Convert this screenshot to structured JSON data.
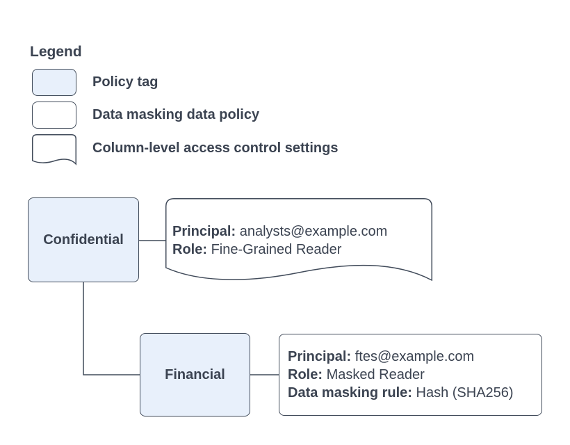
{
  "colors": {
    "node_fill": "#e8f0fb",
    "node_stroke": "#414b5a",
    "text": "#3b4351",
    "page_bg": "#ffffff"
  },
  "legend": {
    "title": "Legend",
    "items": [
      {
        "shape": "policy-tag",
        "label": "Policy tag"
      },
      {
        "shape": "data-masking-policy",
        "label": "Data masking data policy"
      },
      {
        "shape": "column-access-settings",
        "label": "Column-level access control settings"
      }
    ]
  },
  "diagram": {
    "nodes": {
      "confidential": {
        "label": "Confidential"
      },
      "financial": {
        "label": "Financial"
      }
    },
    "access_note": {
      "lines": [
        {
          "label": "Principal:",
          "value": "analysts@example.com"
        },
        {
          "label": "Role:",
          "value": "Fine-Grained Reader"
        }
      ]
    },
    "masking_note": {
      "lines": [
        {
          "label": "Principal:",
          "value": "ftes@example.com"
        },
        {
          "label": "Role:",
          "value": "Masked Reader"
        },
        {
          "label": "Data masking rule:",
          "value": "Hash (SHA256)"
        }
      ]
    }
  }
}
